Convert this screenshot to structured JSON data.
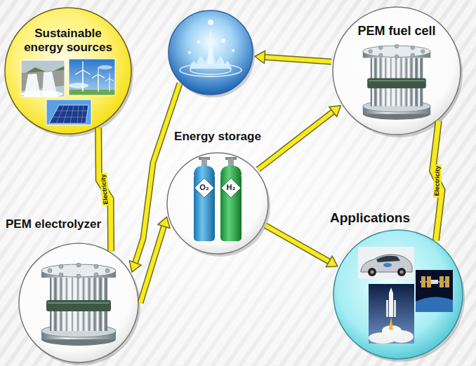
{
  "diagram": {
    "nodes": [
      {
        "text": [
          "Sustainable energy sources"
        ]
      },
      {
        "text": [
          "PEM fuel cell"
        ]
      },
      {
        "text": [
          "Energy storage"
        ]
      },
      {
        "text": [
          "PEM electrolyzer"
        ]
      },
      {
        "text": [
          "Applications"
        ]
      }
    ],
    "edges": [
      {
        "from": 0,
        "to": 3,
        "label": "Electricity",
        "arrow": "none"
      },
      {
        "from": 3,
        "to": 2,
        "arrow": "to"
      },
      {
        "from": 2,
        "to": 1,
        "arrow": "to"
      },
      {
        "from": 2,
        "to": 4,
        "arrow": "to"
      },
      {
        "from": 1,
        "to": 4,
        "label": "Electricity",
        "arrow": "none"
      }
    ],
    "labels": [
      "O₂",
      "H₂"
    ]
  }
}
